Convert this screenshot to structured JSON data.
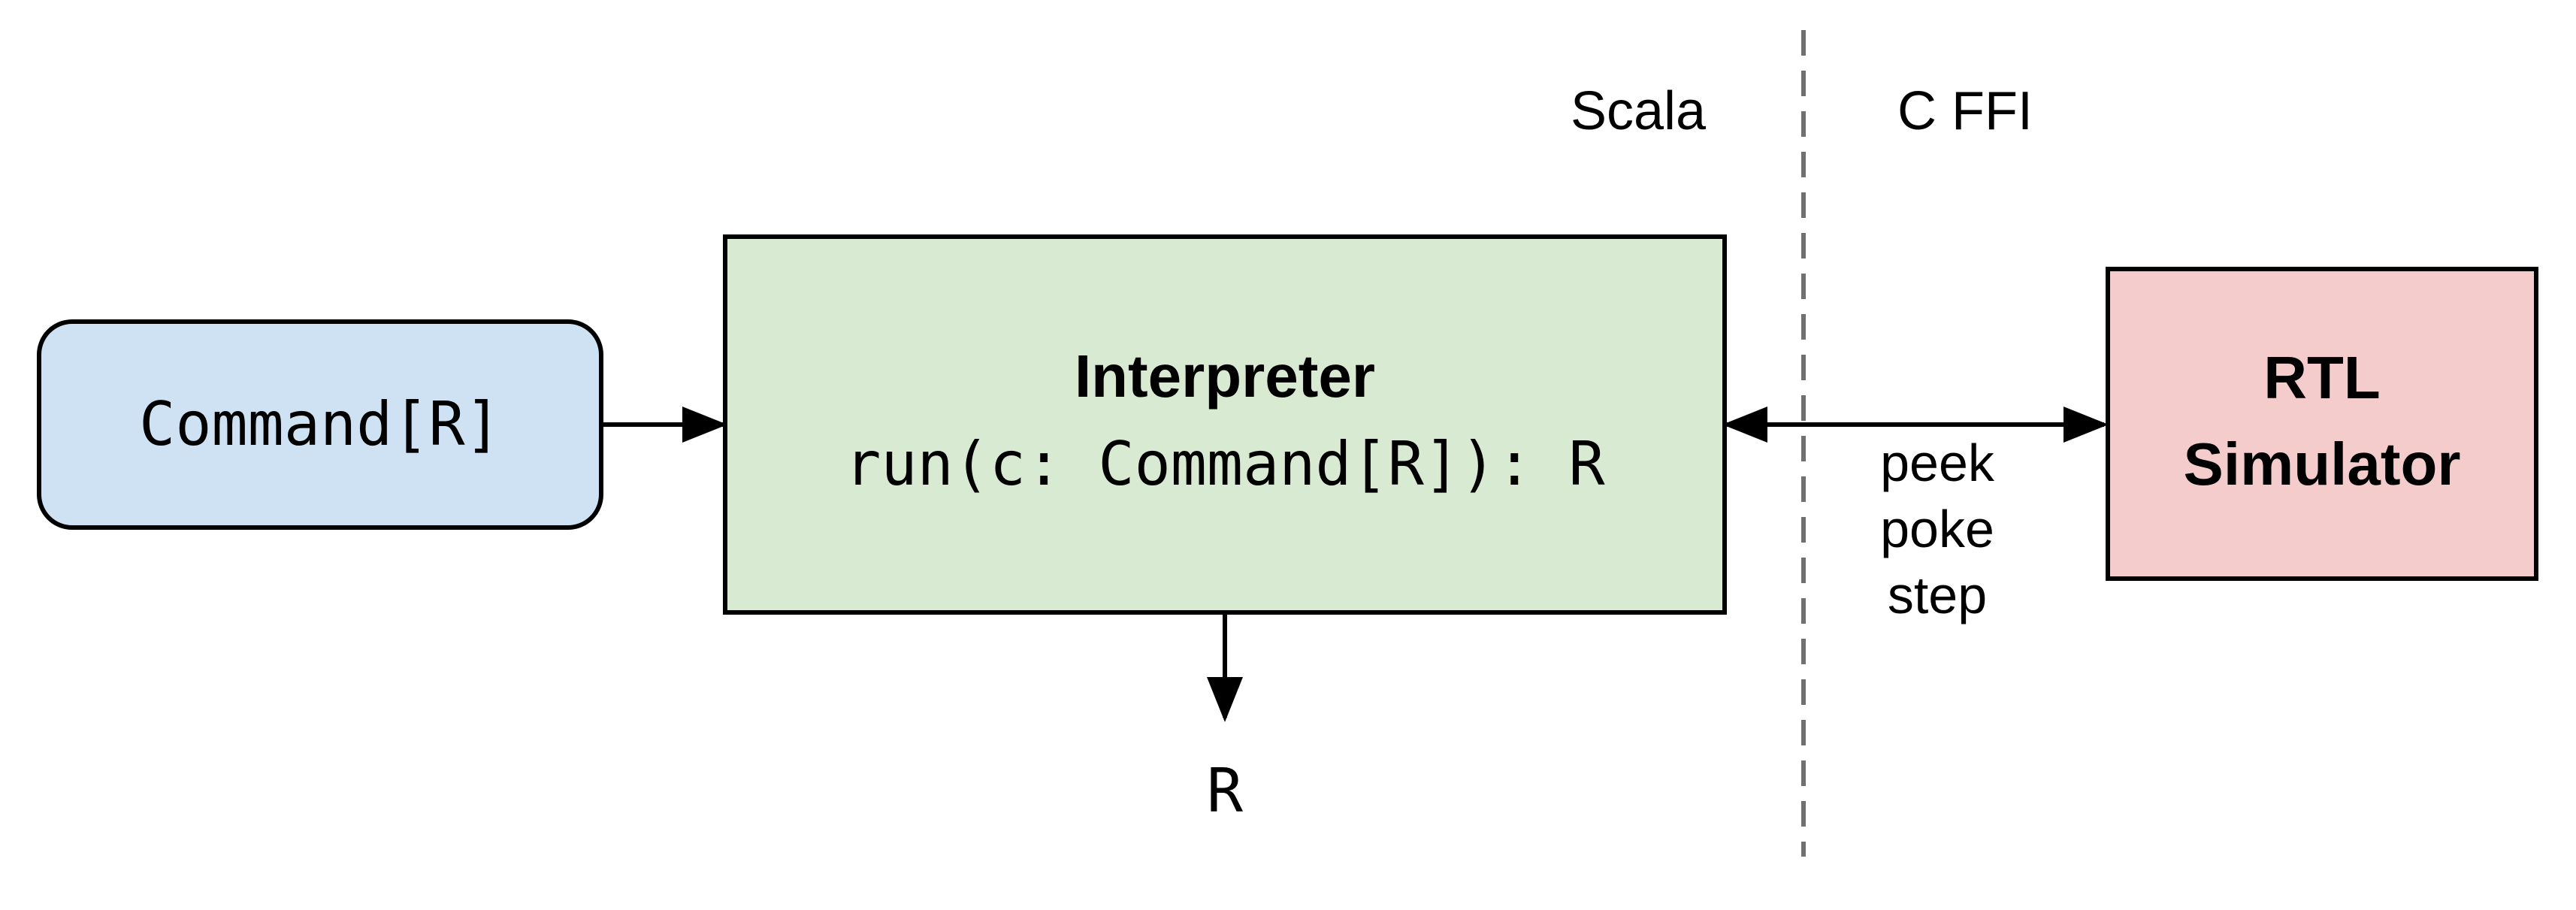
{
  "regions": {
    "left_label": "Scala",
    "right_label": "C FFI"
  },
  "command_box": {
    "label": "Command[R]",
    "fill": "#cfe2f3"
  },
  "interpreter_box": {
    "title": "Interpreter",
    "signature": "run(c: Command[R]): R",
    "fill": "#d9ead3"
  },
  "simulator_box": {
    "line1": "RTL",
    "line2": "Simulator",
    "fill": "#f4cccc"
  },
  "result_label": "R",
  "ffi_ops": [
    "peek",
    "poke",
    "step"
  ]
}
